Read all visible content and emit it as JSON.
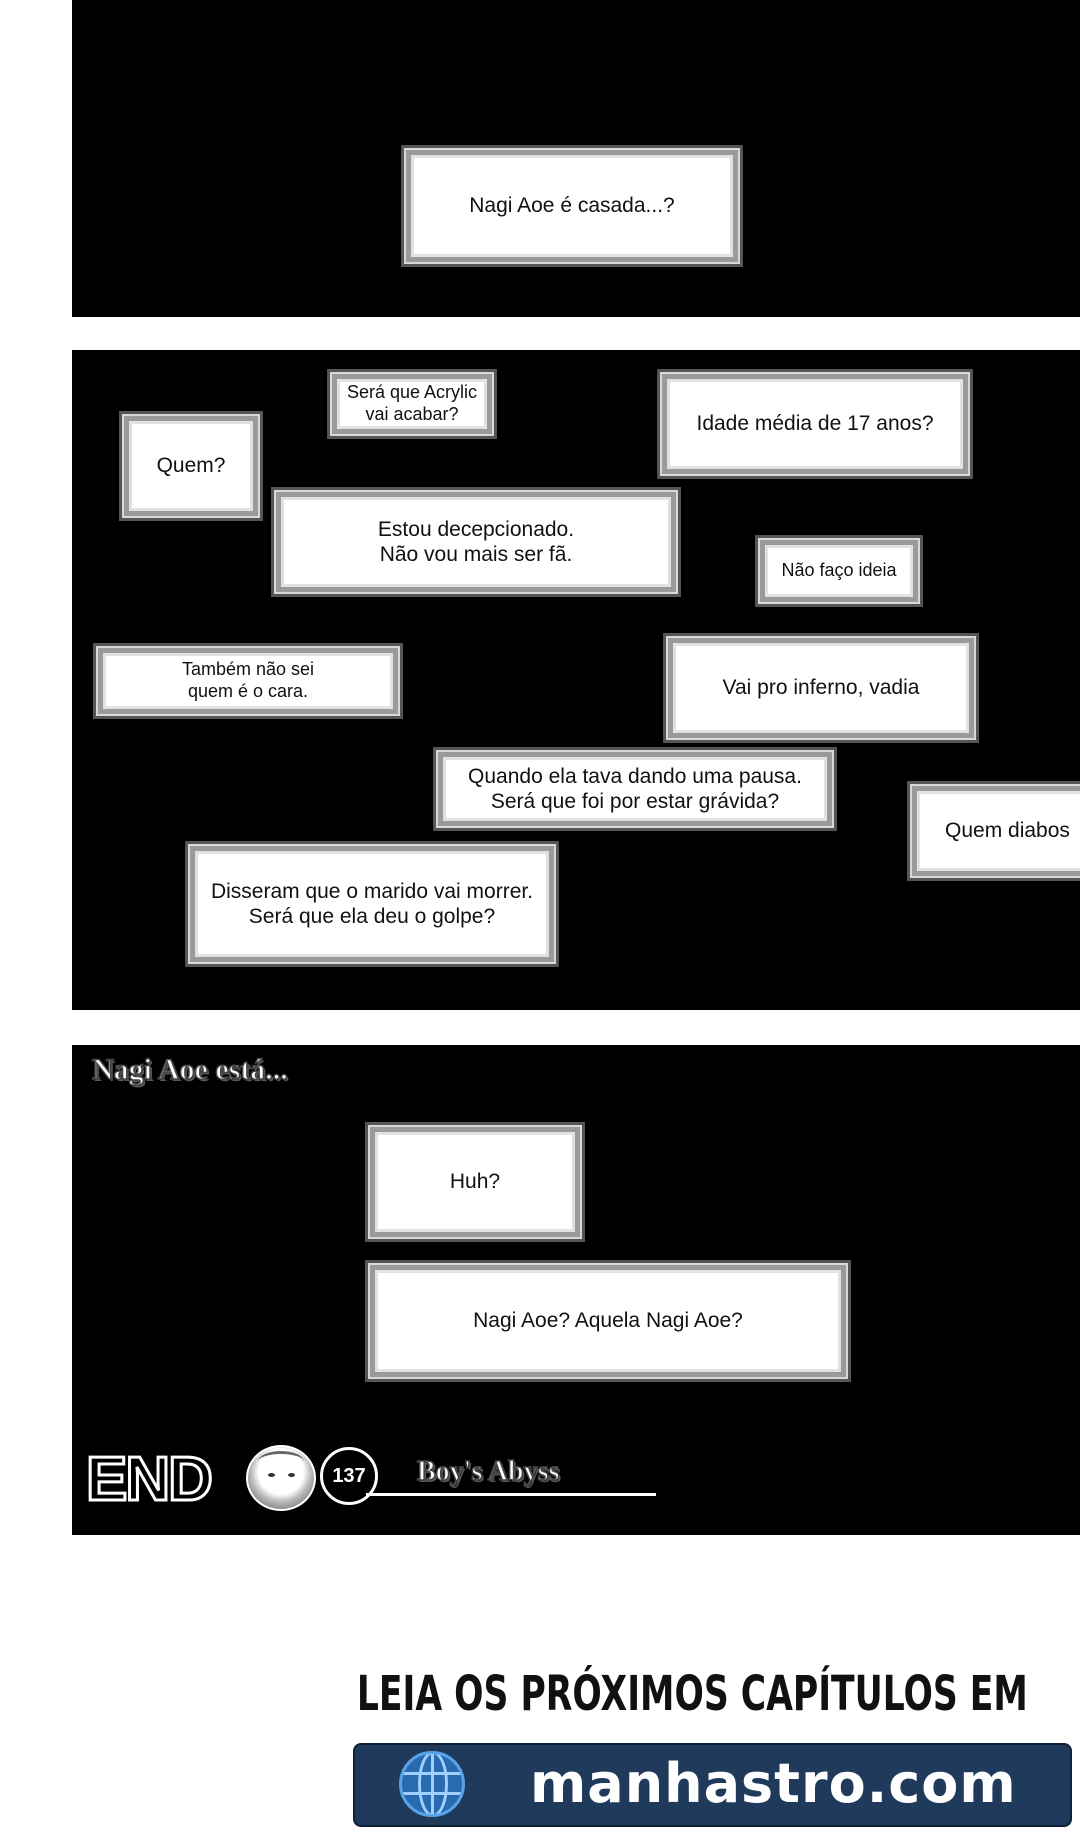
{
  "panel1": {
    "bubbles": [
      "Nagi Aoe é casada...?"
    ]
  },
  "panel2": {
    "bubbles": [
      "Será que Acrylic\nvai acabar?",
      "Idade média de 17 anos?",
      "Quem?",
      "Estou decepcionado.\nNão vou mais ser fã.",
      "Não faço ideia",
      "Também não sei\nquem é o cara.",
      "Vai pro inferno, vadia",
      "Quando ela tava dando uma pausa.\nSerá que foi por estar grávida?",
      "Quem diabos",
      "Disseram que o marido vai morrer.\nSerá que ela deu o golpe?"
    ]
  },
  "panel3": {
    "caption": "Nagi Aoe está...",
    "bubbles": [
      "Huh?",
      "Nagi Aoe? Aquela Nagi Aoe?"
    ],
    "end_label": "END",
    "chapter_number": "137",
    "series_title": "Boy's Abyss"
  },
  "promo": {
    "headline": "LEIA OS PRÓXIMOS CAPÍTULOS EM",
    "site": "manhastro.com",
    "icon": "globe-icon",
    "bar_color": "#1f3a5a"
  }
}
